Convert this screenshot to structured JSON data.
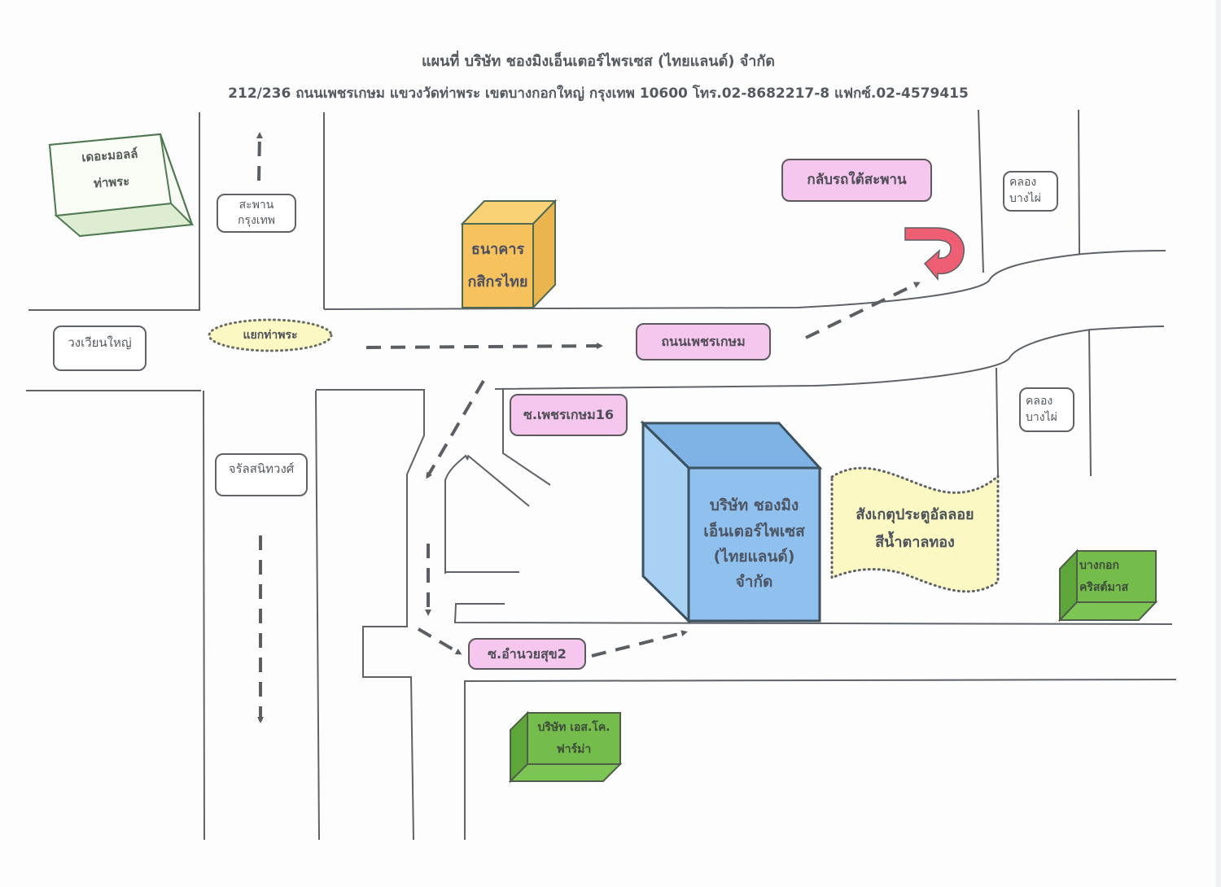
{
  "header": {
    "title": "แผนที่ บริษัท ชองมิงเอ็นเตอร์ไพรเซส (ไทยแลนด์) จำกัด",
    "address": "212/236 ถนนเพชรเกษม แขวงวัดท่าพระ เขตบางกอกใหญ่ กรุงเทพ 10600 โทร.02-8682217-8 แฟกซ์.02-4579415"
  },
  "colors": {
    "road_line": "#5f6368",
    "route_arrow": "#5b5f63",
    "label_pink": "#f5c6ee",
    "company_blue": "#8fc0ee",
    "bank_orange": "#f6c25e",
    "landmark_green": "#7cc454",
    "mall_green_tint": "#eef5e6",
    "gate_yellow": "#fbf8c4",
    "uturn_red": "#ef5f74"
  },
  "landmarks": {
    "mall": {
      "line1": "เดอะมอลล์",
      "line2": "ท่าพระ"
    },
    "bank": {
      "line1": "ธนาคาร",
      "line2": "กสิกรไทย"
    },
    "company": {
      "line1": "บริษัท ชองมิง",
      "line2": "เอ็นเตอร์ไพเซส",
      "line3": "(ไทยแลนด์)",
      "line4": "จำกัด"
    },
    "gate_note": {
      "line1": "สังเกตุประตูอัลลอย",
      "line2": "สีน้ำตาลทอง"
    },
    "bangkok_christian": {
      "line1": "บางกอก",
      "line2": "คริสต์มาส"
    },
    "sc_pharma": {
      "line1": "บริษัท เอส.โค.",
      "line2": "ฟาร์ม่า"
    }
  },
  "road_labels": {
    "bridge": {
      "line1": "สะพาน",
      "line2": "กรุงเทพ"
    },
    "uturn": "กลับรถใต้สะพาน",
    "canal_top": {
      "line1": "คลอง",
      "line2": "บางไผ่"
    },
    "canal_bottom": {
      "line1": "คลอง",
      "line2": "บางไผ่"
    },
    "roundabout": "วงเวียนใหญ่",
    "tha_phra_junction": "แยกท่าพระ",
    "phetkasem_road": "ถนนเพชรเกษม",
    "soi_phetkasem_16": "ซ.เพชรเกษม16",
    "charansanitwong": "จรัลสนิทวงศ์",
    "soi_amnuai_suk_2": "ซ.อำนวยสุข2"
  }
}
